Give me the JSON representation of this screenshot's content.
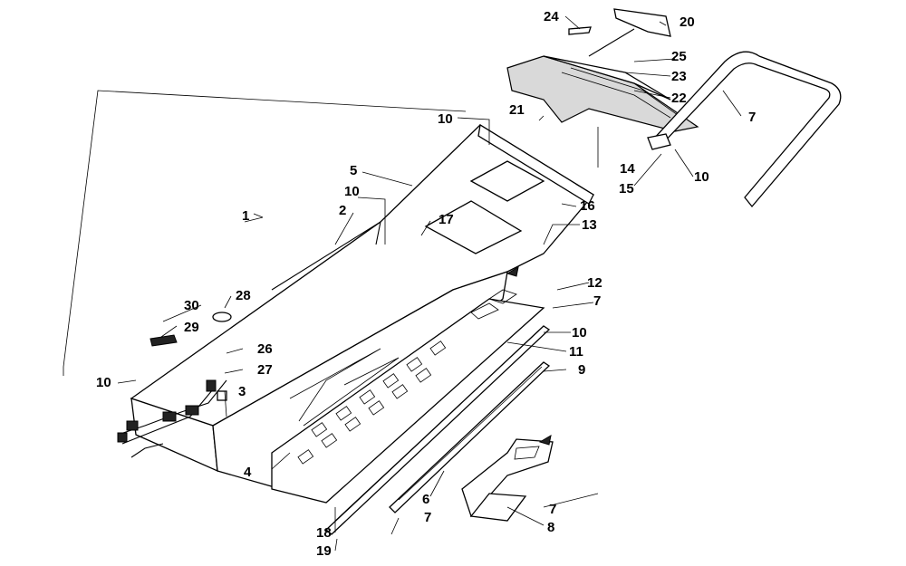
{
  "diagram": {
    "colors": {
      "line": "#000000",
      "background": "#ffffff",
      "shade": "#d9d9d9"
    },
    "callouts": {
      "c1": "1",
      "c2": "2",
      "c3": "3",
      "c4": "4",
      "c5": "5",
      "c6": "6",
      "c7a": "7",
      "c7b": "7",
      "c7c": "7",
      "c7d": "7",
      "c8": "8",
      "c9": "9",
      "c10a": "10",
      "c10b": "10",
      "c10c": "10",
      "c10d": "10",
      "c10e": "10",
      "c11": "11",
      "c12": "12",
      "c13": "13",
      "c14": "14",
      "c15": "15",
      "c16": "16",
      "c17": "17",
      "c18": "18",
      "c19": "19",
      "c20": "20",
      "c21": "21",
      "c22": "22",
      "c23": "23",
      "c24": "24",
      "c25": "25",
      "c26": "26",
      "c27": "27",
      "c28": "28",
      "c29": "29",
      "c30": "30"
    }
  }
}
